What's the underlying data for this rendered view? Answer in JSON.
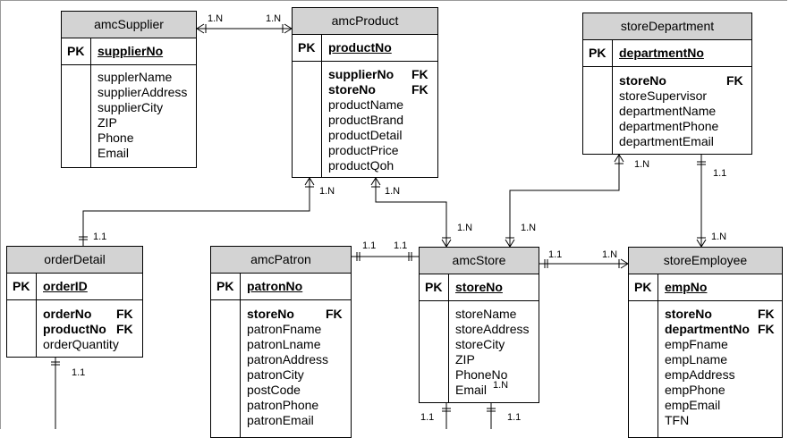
{
  "entities": {
    "amcSupplier": {
      "name": "amcSupplier",
      "pk_label": "PK",
      "pk": "supplierNo",
      "attributes": [
        "supplerName",
        "supplierAddress",
        "supplierCity",
        "ZIP",
        "Phone",
        "Email"
      ]
    },
    "amcProduct": {
      "name": "amcProduct",
      "pk_label": "PK",
      "pk": "productNo",
      "fks": [
        {
          "name": "supplierNo",
          "tag": "FK"
        },
        {
          "name": "storeNo",
          "tag": "FK"
        }
      ],
      "attributes": [
        "productName",
        "productBrand",
        "productDetail",
        "productPrice",
        "productQoh"
      ]
    },
    "storeDepartment": {
      "name": "storeDepartment",
      "pk_label": "PK",
      "pk": "departmentNo",
      "fks": [
        {
          "name": "storeNo",
          "tag": "FK"
        }
      ],
      "attributes": [
        "storeSupervisor",
        "departmentName",
        "departmentPhone",
        "departmentEmail"
      ]
    },
    "orderDetail": {
      "name": "orderDetail",
      "pk_label": "PK",
      "pk": "orderID",
      "fks": [
        {
          "name": "orderNo",
          "tag": "FK"
        },
        {
          "name": "productNo",
          "tag": "FK"
        }
      ],
      "attributes": [
        "orderQuantity"
      ]
    },
    "amcPatron": {
      "name": "amcPatron",
      "pk_label": "PK",
      "pk": "patronNo",
      "fks": [
        {
          "name": "storeNo",
          "tag": "FK"
        }
      ],
      "attributes": [
        "patronFname",
        "patronLname",
        "patronAddress",
        "patronCity",
        "postCode",
        "patronPhone",
        "patronEmail"
      ]
    },
    "amcStore": {
      "name": "amcStore",
      "pk_label": "PK",
      "pk": "storeNo",
      "attributes": [
        "storeName",
        "storeAddress",
        "storeCity",
        "ZIP",
        "PhoneNo",
        "Email"
      ]
    },
    "storeEmployee": {
      "name": "storeEmployee",
      "pk_label": "PK",
      "pk": "empNo",
      "fks": [
        {
          "name": "storeNo",
          "tag": "FK"
        },
        {
          "name": "departmentNo",
          "tag": "FK"
        }
      ],
      "attributes": [
        "empFname",
        "empLname",
        "empAddress",
        "empPhone",
        "empEmail",
        "TFN"
      ]
    }
  },
  "labels": {
    "supplier_product_left": "1.N",
    "supplier_product_right": "1.N",
    "product_order": "1.N",
    "order_product": "1.1",
    "product_store": "1.N",
    "store_product": "1.N",
    "dept_store": "1.N",
    "store_dept": "1.N",
    "dept_emp": "1.1",
    "emp_dept": "1.N",
    "patron_store_left": "1.1",
    "patron_store_right": "1.1",
    "store_emp_left": "1.1",
    "store_emp_right": "1.N",
    "order_bottom": "1.1",
    "store_bottom_left": "1.1",
    "store_bottom_right": "1.1",
    "store_inner": "1.N"
  }
}
